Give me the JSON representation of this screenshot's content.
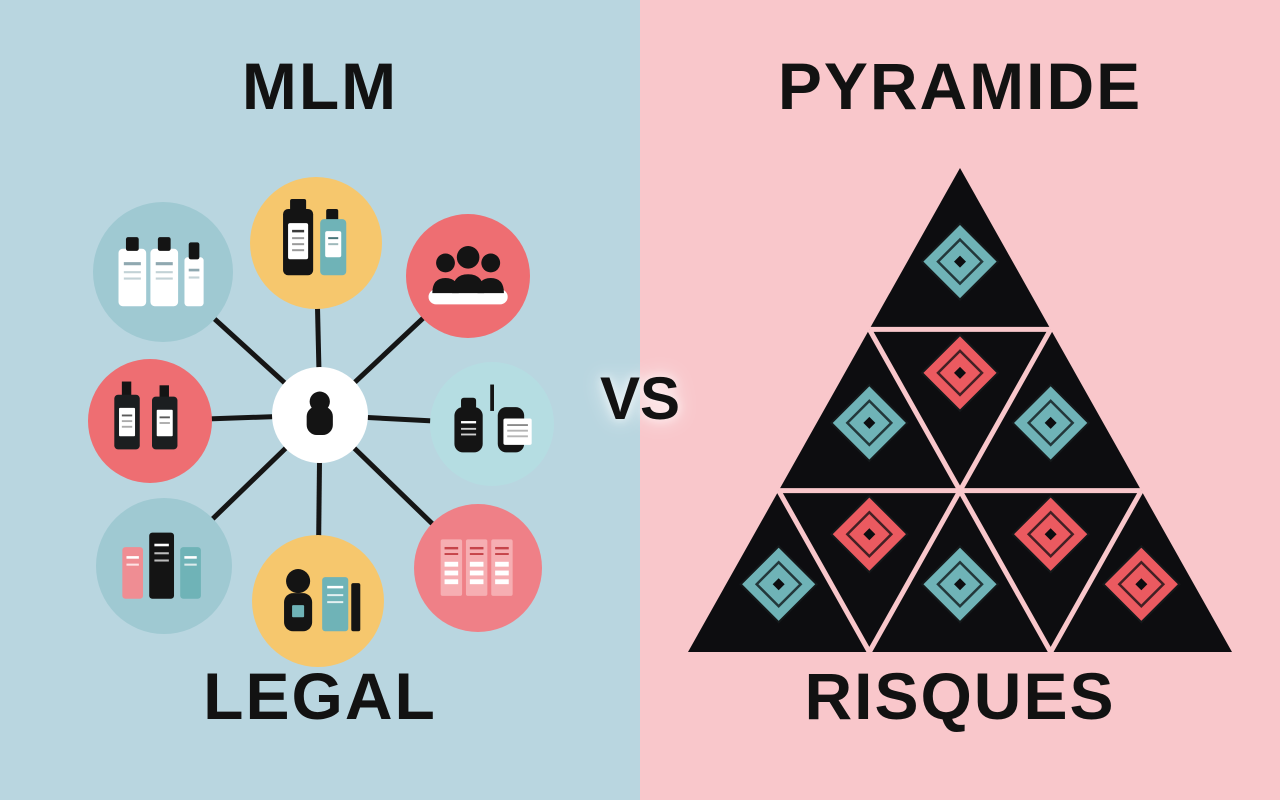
{
  "meta": {
    "kind": "comparison-infographic"
  },
  "left_panel": {
    "title": "MLM",
    "caption": "LEGAL",
    "background": "#b9d6e0",
    "network": {
      "hub_icon": "person-silhouette",
      "nodes": [
        {
          "id": "white-bottles",
          "icon": "white-bottles-icon",
          "circle_color": "#9fc9d2"
        },
        {
          "id": "supplement-bottles",
          "icon": "supplement-bottles-icon",
          "circle_color": "#f6c76d"
        },
        {
          "id": "team-group",
          "icon": "team-group-icon",
          "circle_color": "#ee6e72"
        },
        {
          "id": "cosmetic-jars",
          "icon": "cosmetic-jars-icon",
          "circle_color": "#b5dde2"
        },
        {
          "id": "brochures",
          "icon": "brochures-icon",
          "circle_color": "#ef8087"
        },
        {
          "id": "distributor",
          "icon": "distributor-icon",
          "circle_color": "#f6c76d"
        },
        {
          "id": "product-tubes",
          "icon": "product-tubes-icon",
          "circle_color": "#9fc9d2"
        },
        {
          "id": "dark-bottles",
          "icon": "dark-bottles-icon",
          "circle_color": "#ee6e72"
        }
      ],
      "spoke_color": "#151515"
    }
  },
  "divider": {
    "label": "VS"
  },
  "right_panel": {
    "title": "PYRAMIDE",
    "caption": "RISQUES",
    "background": "#f9c7cb",
    "pyramid": {
      "fill": "#0d0d10",
      "line_color": "#f9c7cb",
      "levels": 3,
      "diamond_colors": {
        "teal": "#6fb3b7",
        "red": "#eb5a60"
      },
      "cells": [
        {
          "row": 0,
          "col": 0,
          "orient": "up",
          "diamond": "teal"
        },
        {
          "row": 1,
          "col": 0,
          "orient": "up",
          "diamond": "teal"
        },
        {
          "row": 1,
          "col": 1,
          "orient": "down",
          "diamond": "red"
        },
        {
          "row": 1,
          "col": 2,
          "orient": "up",
          "diamond": "teal"
        },
        {
          "row": 2,
          "col": 0,
          "orient": "up",
          "diamond": "teal"
        },
        {
          "row": 2,
          "col": 1,
          "orient": "down",
          "diamond": "red"
        },
        {
          "row": 2,
          "col": 2,
          "orient": "up",
          "diamond": "teal"
        },
        {
          "row": 2,
          "col": 3,
          "orient": "down",
          "diamond": "red"
        },
        {
          "row": 2,
          "col": 4,
          "orient": "up",
          "diamond": "red"
        }
      ]
    }
  }
}
